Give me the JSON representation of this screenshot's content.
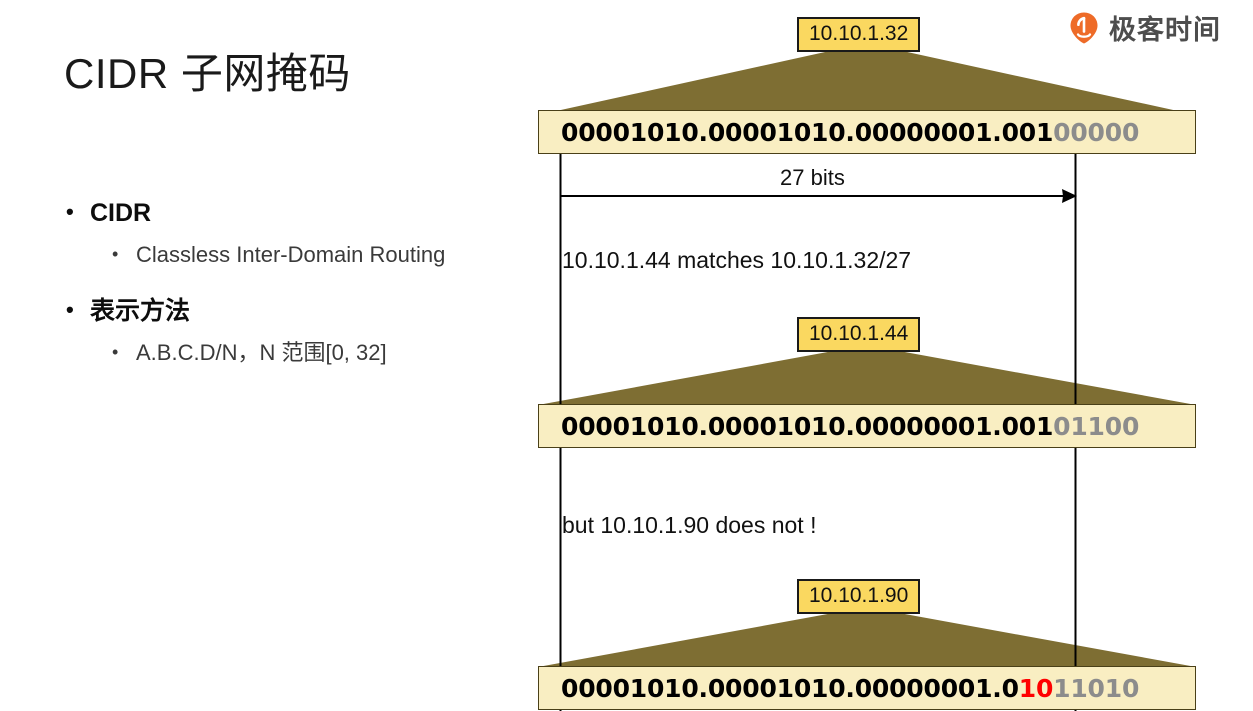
{
  "slide": {
    "title": "CIDR 子网掩码",
    "bullets": [
      {
        "level": 1,
        "text": "CIDR"
      },
      {
        "level": 2,
        "text": "Classless Inter-Domain Routing"
      },
      {
        "level": 1,
        "text": "表示方法"
      },
      {
        "level": 2,
        "text": "A.B.C.D/N，N 范围[0, 32]"
      }
    ]
  },
  "logo": {
    "text": "极客时间",
    "icon": "location-pin-icon",
    "color": "#ee6b28"
  },
  "diagram": {
    "prefix_length_label": "27 bits",
    "colors": {
      "triangle": "#7e6e33",
      "bar_fill": "#f9eec2",
      "label_fill": "#fad860",
      "host_bits": "#8c8c8c",
      "diff_bits": "#ff0000"
    },
    "blocks": [
      {
        "ip_label": "10.10.1.32",
        "bits_network": "00001010.00001010.00000001.001",
        "bits_diff": "",
        "bits_host": "00000"
      },
      {
        "ip_label": "10.10.1.44",
        "bits_network": "00001010.00001010.00000001.001",
        "bits_diff": "",
        "bits_host": "01100"
      },
      {
        "ip_label": "10.10.1.90",
        "bits_network": "00001010.00001010.00000001.0",
        "bits_diff": "10",
        "bits_host": "11010"
      }
    ],
    "annotations": [
      {
        "text": "10.10.1.44 matches 10.10.1.32/27"
      },
      {
        "text": "but 10.10.1.90 does not !"
      }
    ]
  }
}
